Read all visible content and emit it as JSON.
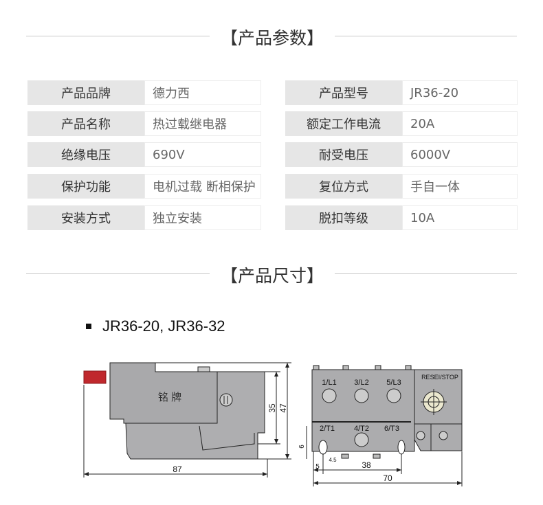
{
  "params_section": {
    "title": "【产品参数】"
  },
  "params": {
    "left": [
      {
        "label": "产品品牌",
        "value": "德力西"
      },
      {
        "label": "产品名称",
        "value": "热过载继电器"
      },
      {
        "label": "绝缘电压",
        "value": "690V"
      },
      {
        "label": "保护功能",
        "value": "电机过载 断相保护"
      },
      {
        "label": "安装方式",
        "value": "独立安装"
      }
    ],
    "right": [
      {
        "label": "产品型号",
        "value": "JR36-20"
      },
      {
        "label": "额定工作电流",
        "value": "20A"
      },
      {
        "label": "耐受电压",
        "value": "6000V"
      },
      {
        "label": "复位方式",
        "value": "手自一体"
      },
      {
        "label": "脱扣等级",
        "value": "10A"
      }
    ]
  },
  "size_section": {
    "title": "【产品尺寸】"
  },
  "diagram": {
    "model": "JR36-20, JR36-32",
    "nameplate": "铭  牌",
    "side_dims": {
      "width": "87",
      "height_inner": "35",
      "height_outer": "47"
    },
    "terminals_top": [
      "1/L1",
      "3/L2",
      "5/L3"
    ],
    "terminals_bottom": [
      "2/T1",
      "4/T2",
      "6/T3"
    ],
    "reset_label": "RESEI/STOP",
    "front_dims": {
      "hole": "6",
      "offset": "5",
      "slot": "4.5",
      "pitch": "38",
      "width": "70"
    },
    "accent_color": "#c0282d"
  }
}
